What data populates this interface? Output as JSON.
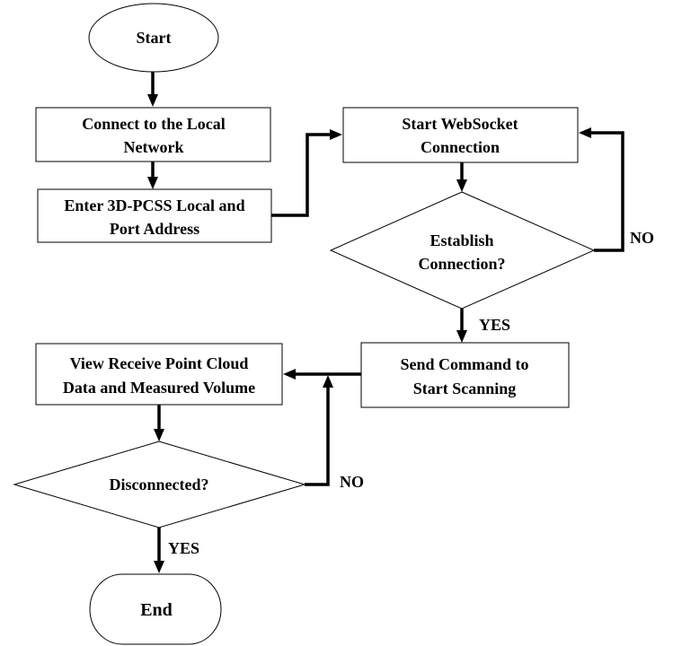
{
  "nodes": {
    "start": {
      "label": "Start"
    },
    "connect_network": {
      "line1": "Connect to the Local",
      "line2": "Network"
    },
    "enter_address": {
      "line1": "Enter 3D-PCSS Local and",
      "line2": "Port Address"
    },
    "start_websocket": {
      "line1": "Start WebSocket",
      "line2": "Connection"
    },
    "establish_connection": {
      "line1": "Establish",
      "line2": "Connection?"
    },
    "send_command": {
      "line1": "Send Command  to",
      "line2": "Start Scanning"
    },
    "view_data": {
      "line1": "View Receive Point Cloud",
      "line2": "Data and Measured Volume"
    },
    "disconnected": {
      "label": "Disconnected?"
    },
    "end": {
      "label": "End"
    }
  },
  "edges": {
    "establish_no": "NO",
    "establish_yes": "YES",
    "disconnected_no": "NO",
    "disconnected_yes": "YES"
  }
}
